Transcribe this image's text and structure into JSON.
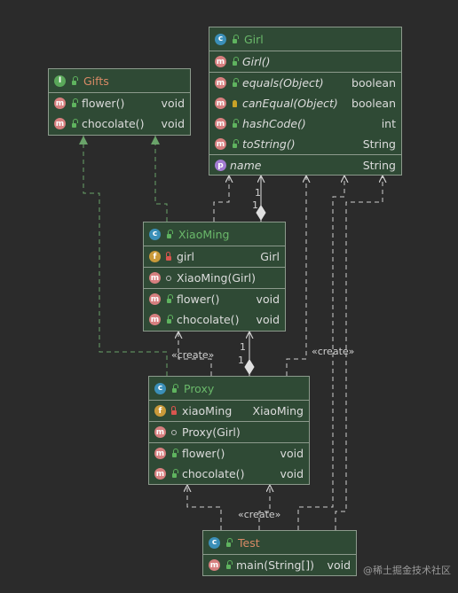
{
  "classes": {
    "girl": {
      "title": "Girl",
      "constructor": {
        "name": "Girl()"
      },
      "methods": [
        {
          "name": "equals(Object)",
          "type": "boolean"
        },
        {
          "name": "canEqual(Object)",
          "type": "boolean"
        },
        {
          "name": "hashCode()",
          "type": "int"
        },
        {
          "name": "toString()",
          "type": "String"
        }
      ],
      "property": {
        "name": "name",
        "type": "String"
      }
    },
    "gifts": {
      "title": "Gifts",
      "methods": [
        {
          "name": "flower()",
          "type": "void"
        },
        {
          "name": "chocolate()",
          "type": "void"
        }
      ]
    },
    "xiaoming": {
      "title": "XiaoMing",
      "field": {
        "name": "girl",
        "type": "Girl"
      },
      "constructor": {
        "name": "XiaoMing(Girl)"
      },
      "methods": [
        {
          "name": "flower()",
          "type": "void"
        },
        {
          "name": "chocolate()",
          "type": "void"
        }
      ]
    },
    "proxy": {
      "title": "Proxy",
      "field": {
        "name": "xiaoMing",
        "type": "XiaoMing"
      },
      "constructor": {
        "name": "Proxy(Girl)"
      },
      "methods": [
        {
          "name": "flower()",
          "type": "void"
        },
        {
          "name": "chocolate()",
          "type": "void"
        }
      ]
    },
    "test": {
      "title": "Test",
      "methods": [
        {
          "name": "main(String[])",
          "type": "void"
        }
      ]
    }
  },
  "labels": {
    "one": "1",
    "create": "«create»"
  },
  "watermark": "@稀土掘金技术社区",
  "colors": {
    "background": "#2b2b2b",
    "box_fill": "#2f4a35",
    "title_green": "#6ab86a",
    "title_orange": "#d98a66"
  }
}
